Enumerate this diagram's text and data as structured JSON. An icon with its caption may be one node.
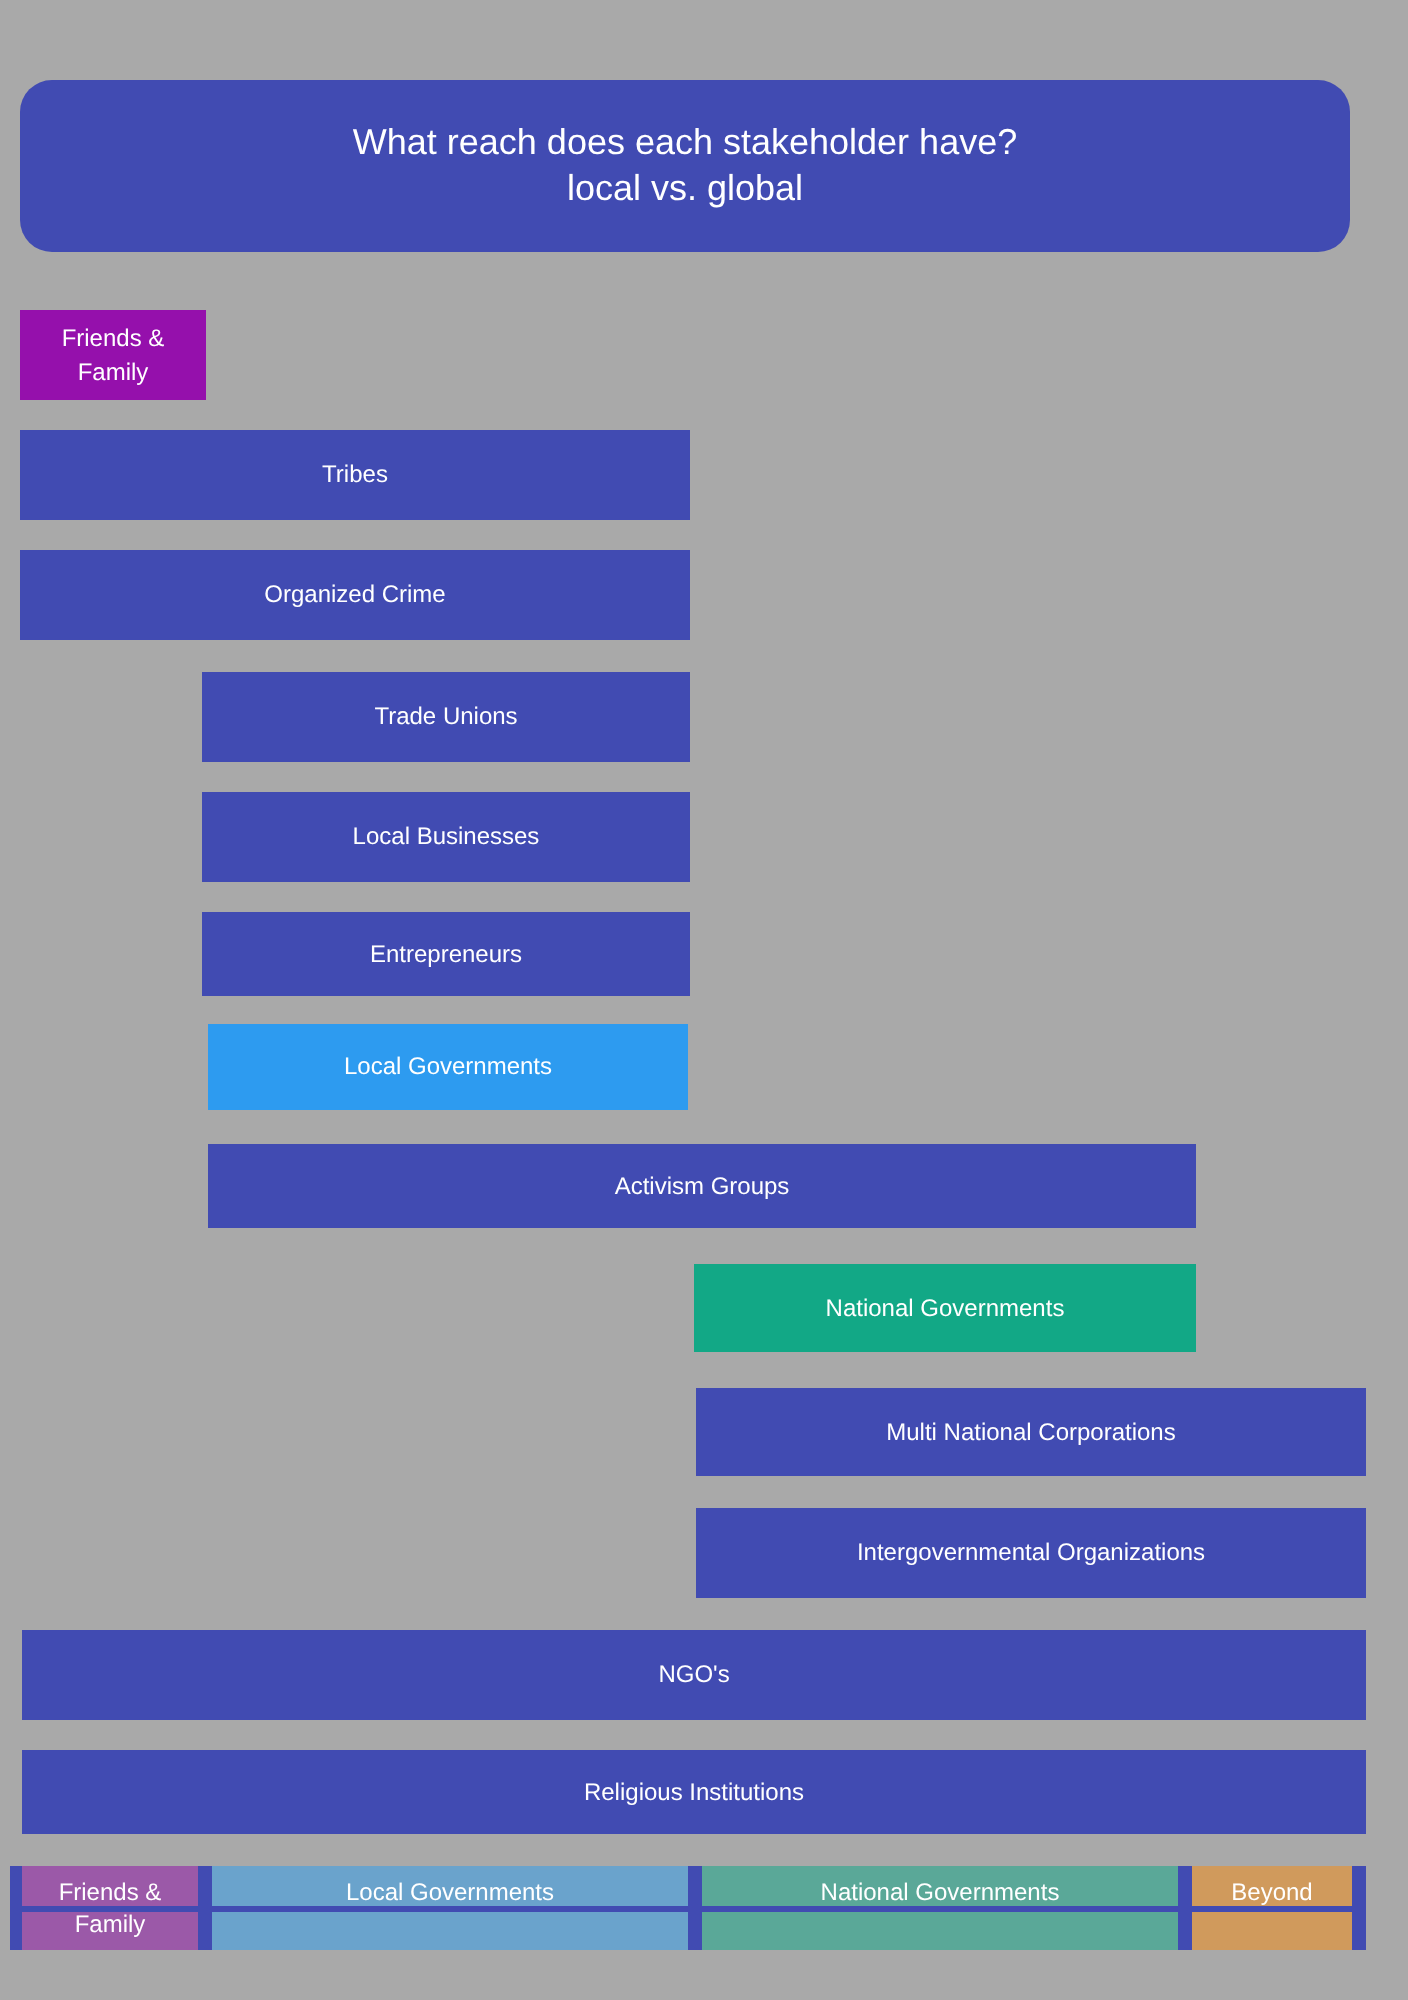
{
  "diagram": {
    "title": "What reach does each stakeholder have?",
    "nodes": [
      {
        "text": [
          "Friends & Family"
        ]
      },
      {
        "text": [
          "Tribes"
        ]
      },
      {
        "text": [
          "Organized Crime"
        ]
      },
      {
        "text": [
          "Trade Unions"
        ]
      },
      {
        "text": [
          "Local Businesses"
        ]
      },
      {
        "text": [
          "Entrepreneurs"
        ]
      },
      {
        "text": [
          "Local Governments"
        ]
      },
      {
        "text": [
          "Activism Groups"
        ]
      },
      {
        "text": [
          "National Governments"
        ]
      },
      {
        "text": [
          "Multi National Corporations"
        ]
      },
      {
        "text": [
          "Intergovernmental Organizations"
        ]
      },
      {
        "text": [
          "NGO's"
        ]
      },
      {
        "text": [
          "Religious Institutions"
        ]
      }
    ],
    "labels": [
      "local vs. global"
    ],
    "legend": [
      {
        "text": "Friends & Family",
        "color": "#9b59a8"
      },
      {
        "text": "Local Governments",
        "color": "#6aa3cc"
      },
      {
        "text": "National Governments",
        "color": "#5aa898"
      },
      {
        "text": "Beyond",
        "color": "#d09a5c"
      }
    ]
  }
}
